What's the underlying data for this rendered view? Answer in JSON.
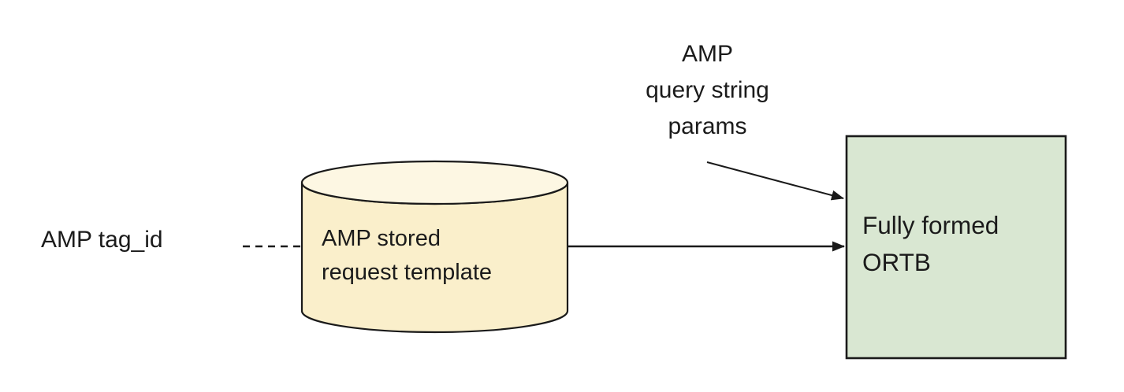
{
  "diagram": {
    "labels": {
      "input": "AMP tag_id",
      "query_params": "AMP\nquery string\nparams",
      "datastore": "AMP stored\nrequest template",
      "output": "Fully formed\nORTB"
    },
    "colors": {
      "cylinder_body_fill": "#faefcb",
      "cylinder_top_fill": "#fdf7e3",
      "output_box_fill": "#d9e7d2",
      "stroke": "#1a1a1a",
      "text": "#1b1b1b"
    }
  }
}
